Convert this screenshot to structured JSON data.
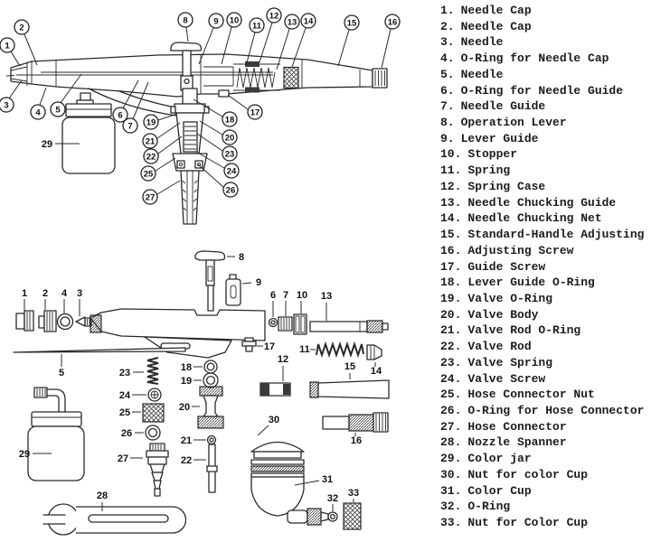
{
  "colors": {
    "ink": "#2a2a2a",
    "paper": "#ffffff"
  },
  "parts_list": {
    "items": [
      {
        "num": "1.",
        "name": "Needle Cap"
      },
      {
        "num": "2.",
        "name": "Needle Cap"
      },
      {
        "num": "3.",
        "name": "Needle"
      },
      {
        "num": "4.",
        "name": "O-Ring for Needle Cap"
      },
      {
        "num": "5.",
        "name": "Needle"
      },
      {
        "num": "6.",
        "name": "O-Ring for Needle Guide"
      },
      {
        "num": "7.",
        "name": "Needle Guide"
      },
      {
        "num": "8.",
        "name": "Operation Lever"
      },
      {
        "num": "9.",
        "name": "Lever Guide"
      },
      {
        "num": "10.",
        "name": "Stopper"
      },
      {
        "num": "11.",
        "name": "Spring"
      },
      {
        "num": "12.",
        "name": "Spring Case"
      },
      {
        "num": "13.",
        "name": "Needle Chucking Guide"
      },
      {
        "num": "14.",
        "name": "Needle Chucking Net"
      },
      {
        "num": "15.",
        "name": "Standard-Handle Adjusting"
      },
      {
        "num": "16.",
        "name": "Adjusting Screw"
      },
      {
        "num": "17.",
        "name": "Guide Screw"
      },
      {
        "num": "18.",
        "name": "Lever Guide O-Ring"
      },
      {
        "num": "19.",
        "name": "Valve O-Ring"
      },
      {
        "num": "20.",
        "name": "Valve Body"
      },
      {
        "num": "21.",
        "name": "Valve Rod O-Ring"
      },
      {
        "num": "22.",
        "name": "Valve Rod"
      },
      {
        "num": "23.",
        "name": "Valve Spring"
      },
      {
        "num": "24.",
        "name": "Valve Screw"
      },
      {
        "num": "25.",
        "name": "Hose Connector Nut"
      },
      {
        "num": "26.",
        "name": "O-Ring for Hose Connector"
      },
      {
        "num": "27.",
        "name": "Hose Connector"
      },
      {
        "num": "28.",
        "name": "Nozzle Spanner"
      },
      {
        "num": "29.",
        "name": "Color jar"
      },
      {
        "num": "30.",
        "name": "Nut for color Cup"
      },
      {
        "num": "31.",
        "name": "Color Cup"
      },
      {
        "num": "32.",
        "name": "O-Ring"
      },
      {
        "num": "33.",
        "name": "Nut for Color Cup"
      }
    ]
  },
  "diagram_top": {
    "callouts": [
      "1",
      "2",
      "3",
      "4",
      "5",
      "6",
      "7",
      "8",
      "9",
      "10",
      "11",
      "12",
      "13",
      "14",
      "15",
      "16",
      "17",
      "18",
      "19",
      "20",
      "21",
      "22",
      "23",
      "24",
      "25",
      "26",
      "27"
    ],
    "jar_label": "29"
  },
  "diagram_bottom": {
    "labels": [
      "1",
      "2",
      "3",
      "4",
      "5",
      "6",
      "7",
      "8",
      "9",
      "10",
      "11",
      "12",
      "13",
      "14",
      "15",
      "16",
      "17",
      "18",
      "19",
      "20",
      "21",
      "22",
      "23",
      "24",
      "25",
      "26",
      "27",
      "28",
      "29",
      "30",
      "31",
      "32",
      "33"
    ]
  }
}
